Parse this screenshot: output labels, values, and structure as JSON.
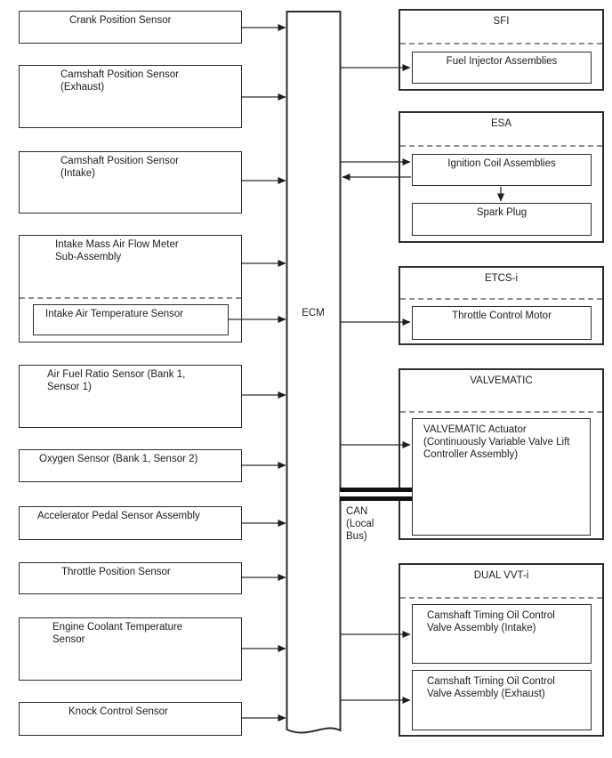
{
  "colors": {
    "line": "#2e2e2e",
    "dashed_divider": "#8f8f8f",
    "text": "#1d1d1d",
    "background": "#ffffff"
  },
  "ecm": {
    "label": "ECM"
  },
  "can_bus": {
    "label": "CAN\n(Local\nBus)"
  },
  "left_boxes": [
    {
      "label": "Crank Position Sensor"
    },
    {
      "label": "Camshaft Position Sensor\n(Exhaust)"
    },
    {
      "label": "Camshaft Position Sensor\n(Intake)"
    },
    {
      "label": "Intake Mass Air Flow Meter\nSub-Assembly",
      "nested": "Intake Air Temperature Sensor"
    },
    {
      "label": "Air Fuel Ratio Sensor (Bank 1,\nSensor 1)"
    },
    {
      "label": "Oxygen Sensor (Bank 1, Sensor 2)"
    },
    {
      "label": "Accelerator Pedal Sensor Assembly"
    },
    {
      "label": "Throttle Position Sensor"
    },
    {
      "label": "Engine Coolant Temperature\nSensor"
    },
    {
      "label": "Knock Control Sensor"
    }
  ],
  "right_groups": [
    {
      "title": "SFI",
      "items": [
        "Fuel Injector Assemblies"
      ]
    },
    {
      "title": "ESA",
      "items": [
        "Ignition Coil Assemblies",
        "Spark Plug"
      ]
    },
    {
      "title": "ETCS-i",
      "items": [
        "Throttle Control Motor"
      ]
    },
    {
      "title": "VALVEMATIC",
      "items": [
        "VALVEMATIC Actuator\n(Continuously Variable Valve Lift\nController Assembly)"
      ]
    },
    {
      "title": "DUAL VVT-i",
      "items": [
        "Camshaft Timing Oil Control\nValve Assembly (Intake)",
        "Camshaft Timing Oil Control\nValve Assembly (Exhaust)"
      ]
    }
  ]
}
